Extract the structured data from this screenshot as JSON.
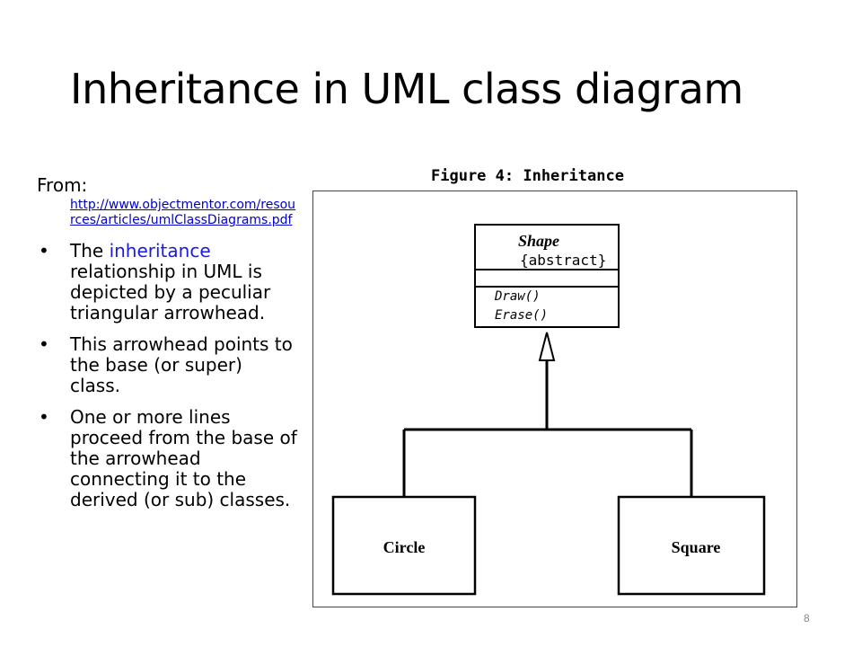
{
  "slide": {
    "title": "Inheritance in UML class diagram",
    "page_number": "8"
  },
  "source": {
    "label": "From:",
    "url": "http://www.objectmentor.com/resources/articles/umlClassDiagrams.pdf"
  },
  "bullets": [
    {
      "highlight": "",
      "before": "The ",
      "term": "inheritance",
      "after": " relationship in UML is depicted by a peculiar triangular arrowhead."
    },
    {
      "before": "This arrowhead points to the base (or super) class.",
      "term": "",
      "after": ""
    },
    {
      "before": "One or more lines proceed from the base of the arrowhead connecting it to the derived (or sub) classes.",
      "term": "",
      "after": ""
    }
  ],
  "bullet_symbol": "•",
  "figure": {
    "caption": "Figure 4: Inheritance",
    "base_class": {
      "name": "Shape",
      "stereotype": "{abstract}",
      "operations": [
        "Draw()",
        "Erase()"
      ]
    },
    "derived_classes": [
      "Circle",
      "Square"
    ]
  },
  "colors": {
    "link": "#0000cc",
    "highlight": "#1a1ae6"
  }
}
